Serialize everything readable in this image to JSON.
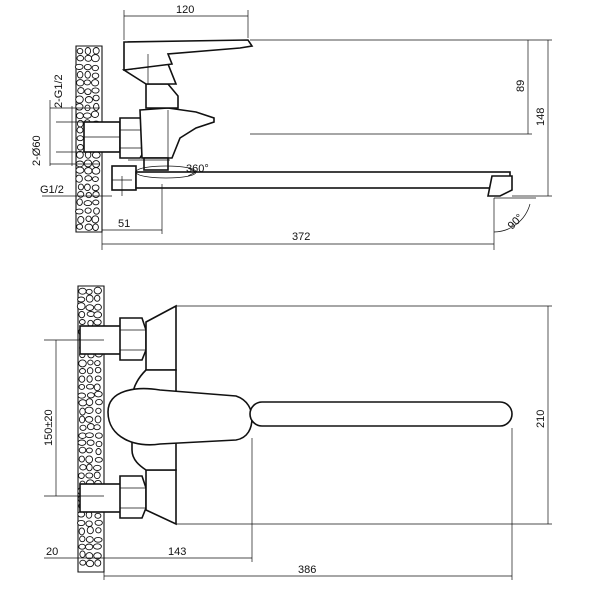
{
  "top_view": {
    "dim_width_top": "120",
    "dim_height_89": "89",
    "dim_height_148": "148",
    "dim_offset_51": "51",
    "dim_length_372": "372",
    "label_thread_pair": "2-G1/2",
    "label_diameter": "2-Ø60",
    "label_thread_single": "G1/2",
    "label_rotation": "360°",
    "label_angle": "90°"
  },
  "front_view": {
    "dim_centers": "150±20",
    "dim_height_210": "210",
    "dim_wall_20": "20",
    "dim_depth_143": "143",
    "dim_length_386": "386"
  }
}
